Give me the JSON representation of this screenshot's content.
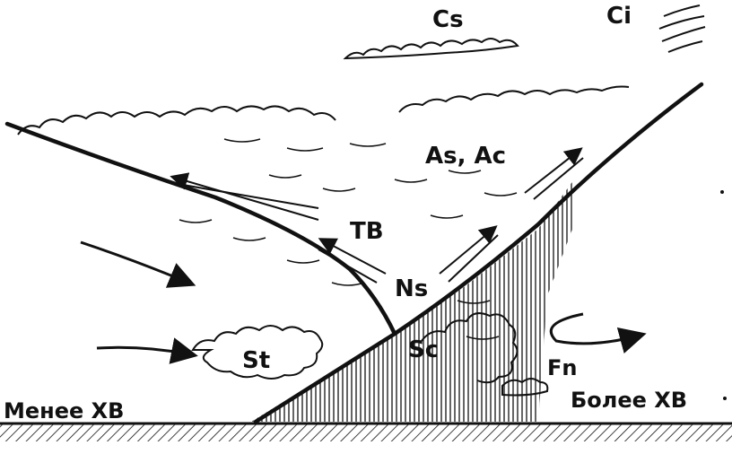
{
  "labels": {
    "cs": "Cs",
    "ci": "Ci",
    "as_ac": "As, Ac",
    "tv": "ТВ",
    "ns": "Ns",
    "sc": "Sc",
    "st": "St",
    "fn": "Fn",
    "left_air": "Менее ХВ",
    "right_air": "Более ХВ"
  },
  "colors": {
    "ink": "#111111",
    "paper": "#ffffff"
  }
}
